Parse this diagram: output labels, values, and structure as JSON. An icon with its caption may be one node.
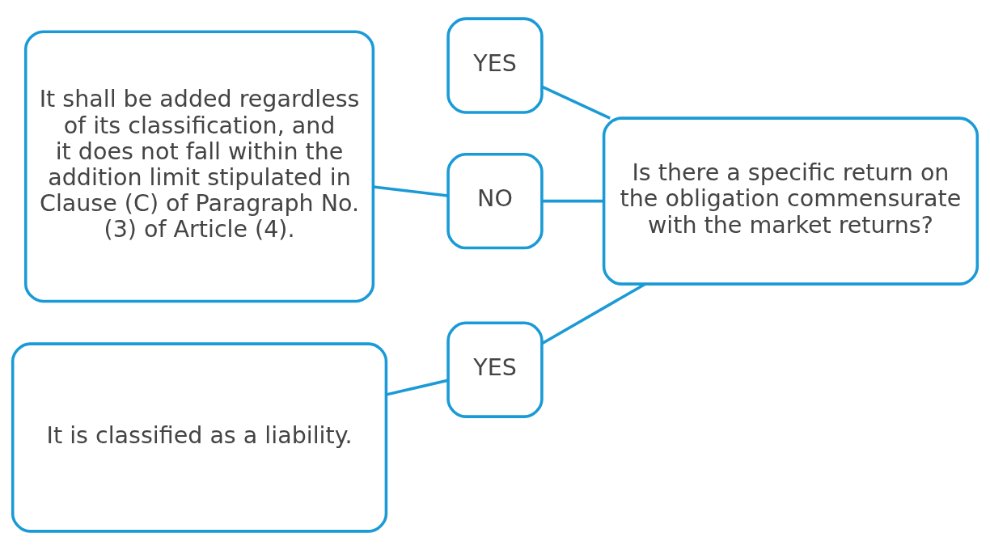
{
  "diagram": {
    "nodes": [
      {
        "text": [
          "Is there a specific return on the obligation commensurate with the market returns?"
        ]
      },
      {
        "text": [
          "YES"
        ]
      },
      {
        "text": [
          "NO"
        ]
      },
      {
        "text": [
          "It shall be added regardless of its classification, and it does not fall within the addition limit stipulated in Clause (C) of Paragraph No. (3) of Article (4)."
        ]
      },
      {
        "text": [
          "YES"
        ]
      },
      {
        "text": [
          "It is classified as a liability."
        ]
      }
    ],
    "edges": [
      {
        "from": 0,
        "to": 1,
        "arrow": "none"
      },
      {
        "from": 0,
        "to": 2,
        "arrow": "none"
      },
      {
        "from": 0,
        "to": 4,
        "arrow": "none"
      },
      {
        "from": 2,
        "to": 3,
        "arrow": "none"
      },
      {
        "from": 4,
        "to": 5,
        "arrow": "none"
      }
    ]
  }
}
